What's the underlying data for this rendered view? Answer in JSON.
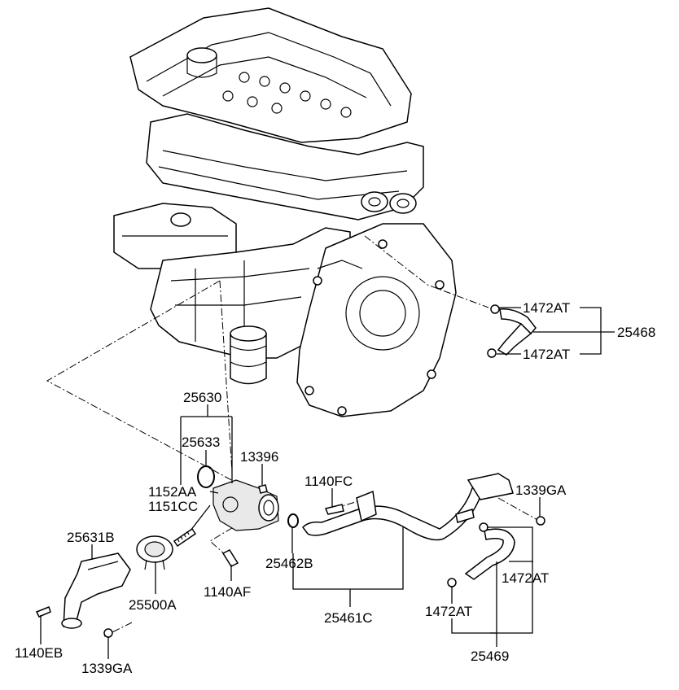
{
  "labels": {
    "p25630": "25630",
    "p25633": "25633",
    "p13396": "13396",
    "p1152AA": "1152AA",
    "p1151CC": "1151CC",
    "p25631B": "25631B",
    "p25500A": "25500A",
    "p1140AF": "1140AF",
    "p1140EB": "1140EB",
    "p1339GA_left": "1339GA",
    "p1140FC": "1140FC",
    "p1339GA_right": "1339GA",
    "p25462B": "25462B",
    "p25461C": "25461C",
    "p1472AT_top1": "1472AT",
    "p1472AT_top2": "1472AT",
    "p25468": "25468",
    "p1472AT_r1": "1472AT",
    "p1472AT_r2": "1472AT",
    "p25469": "25469"
  }
}
